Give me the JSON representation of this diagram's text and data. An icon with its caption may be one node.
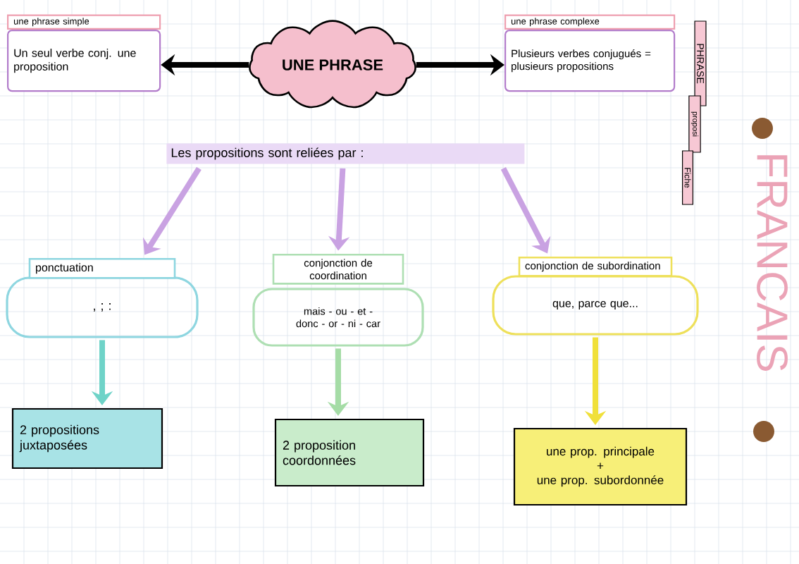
{
  "diagram": {
    "nodes": [
      {
        "text": [
          "une phrase simple",
          "Un seul verbe conj. une proposition"
        ]
      },
      {
        "text": [
          "UNE PHRASE"
        ]
      },
      {
        "text": [
          "une phrase complexe",
          "Plusieurs verbes conjugués = plusieurs propositions"
        ]
      },
      {
        "text": [
          "Les propositions sont reliées par :"
        ]
      },
      {
        "text": [
          "ponctuation",
          ", ; :"
        ]
      },
      {
        "text": [
          "conjonction de coordination",
          "mais - ou - et - donc - or - ni - car"
        ]
      },
      {
        "text": [
          "conjonction de subordination",
          "que, parce que..."
        ]
      },
      {
        "text": [
          "2 propositions juxtaposées"
        ]
      },
      {
        "text": [
          "2 proposition coordonnées"
        ]
      },
      {
        "text": [
          "une prop. principale",
          "+",
          "une prop. subordonnée"
        ]
      }
    ],
    "edges": [
      {
        "from": 1,
        "to": 0,
        "arrow": "to",
        "color": "#000000"
      },
      {
        "from": 1,
        "to": 2,
        "arrow": "to",
        "color": "#000000"
      },
      {
        "from": 3,
        "to": 4,
        "arrow": "to",
        "color": "#c9a2e2"
      },
      {
        "from": 3,
        "to": 5,
        "arrow": "to",
        "color": "#c9a2e2"
      },
      {
        "from": 3,
        "to": 6,
        "arrow": "to",
        "color": "#c9a2e2"
      },
      {
        "from": 4,
        "to": 7,
        "arrow": "to",
        "color": "#6fd3c8"
      },
      {
        "from": 5,
        "to": 8,
        "arrow": "to",
        "color": "#a5dca6"
      },
      {
        "from": 6,
        "to": 9,
        "arrow": "to",
        "color": "#f0e03a"
      }
    ],
    "labels": [
      "PHRASE",
      "proposi",
      "Fiche",
      "FRANCAIS"
    ]
  }
}
